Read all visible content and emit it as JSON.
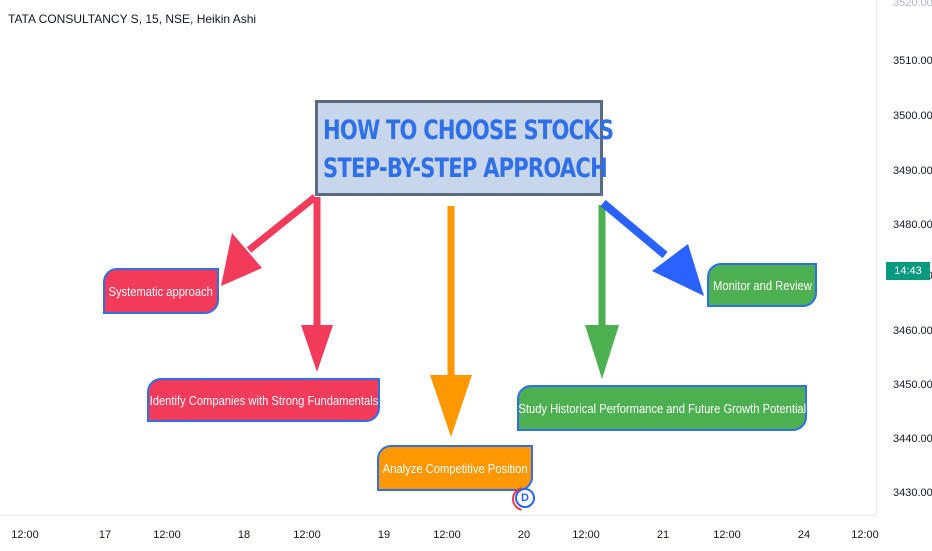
{
  "chart": {
    "symbol_title": "TATA CONSULTANCY S, 15, NSE, Heikin Ashi"
  },
  "price_scale": {
    "labels": [
      "3520.00",
      "3510.00",
      "3500.00",
      "3490.00",
      "3480.00",
      "3470.00",
      "3460.00",
      "3450.00",
      "3440.00",
      "3430.00"
    ],
    "current_time_badge": "14:43",
    "badge_color": "#089981"
  },
  "time_axis": {
    "labels": [
      "12:00",
      "17",
      "12:00",
      "18",
      "12:00",
      "19",
      "12:00",
      "20",
      "12:00",
      "21",
      "12:00",
      "24",
      "12:00"
    ]
  },
  "drawing": {
    "title_line1": "HOW TO CHOOSE STOCKS",
    "title_line2": "STEP-BY-STEP APPROACH",
    "boxes": {
      "systematic": "Systematic approach",
      "fundamentals": "Identify Companies with Strong Fundamentals",
      "competitive": "Analyze Competitive Position",
      "historical": "Study Historical Performance and  Future Growth Potential",
      "monitor": "Monitor and Review"
    },
    "colors": {
      "red": "#f23a5a",
      "orange": "#ff9800",
      "green": "#4caf50",
      "blue": "#2962ff",
      "title_text": "#2f6fe8",
      "title_bg": "#c7d6ea"
    }
  },
  "dividend_marker": "D"
}
